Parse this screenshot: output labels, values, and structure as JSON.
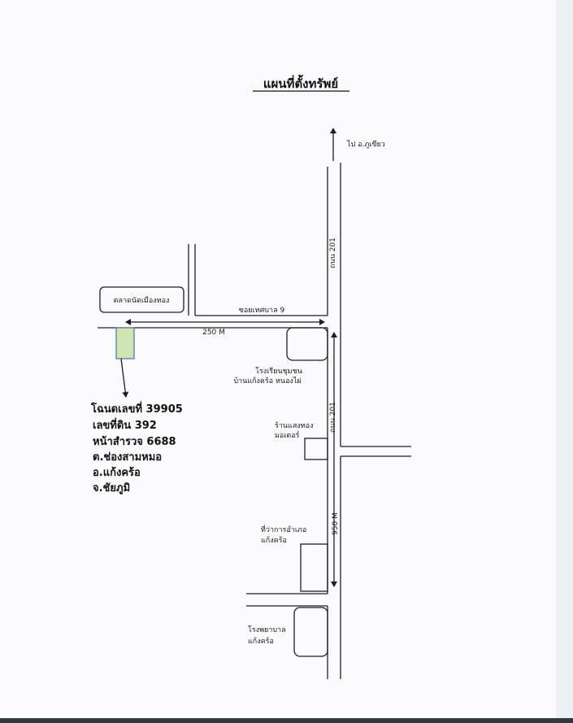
{
  "title": "แผนที่ตั้งทรัพย์",
  "north_label": "ไป อ.ภูเขียว",
  "road_201_upper": "ถนน 201",
  "road_201_lower": "ถนน 201",
  "soi_label": "ซอยเทศบาล 9",
  "distance_250": "250 M",
  "distance_950": "950 M",
  "market_label": "ตลาดนัดเมืองทอง",
  "school_line1": "โรงเรียนชุมชน",
  "school_line2": "บ้านแก้งคร้อ หนองไผ่",
  "shop_line1": "ร้านแสงทอง",
  "shop_line2": "มอเตอร์",
  "office_line1": "ที่ว่าการอำเภอ",
  "office_line2": "แก้งคร้อ",
  "hospital_line1": "โรงพยาบาล",
  "hospital_line2": "แก้งคร้อ",
  "deed": {
    "line1": "โฉนดเลขที่ 39905",
    "line2": "เลขที่ดิน 392",
    "line3": "หน้าสำรวจ 6688",
    "line4": "ต.ช่องสามหมอ",
    "line5": "อ.แก้งคร้อ",
    "line6": "จ.ชัยภูมิ"
  },
  "colors": {
    "plot_fill": "#cfe6b4",
    "plot_stroke": "#5a86a8",
    "line": "#1e1e1e"
  }
}
